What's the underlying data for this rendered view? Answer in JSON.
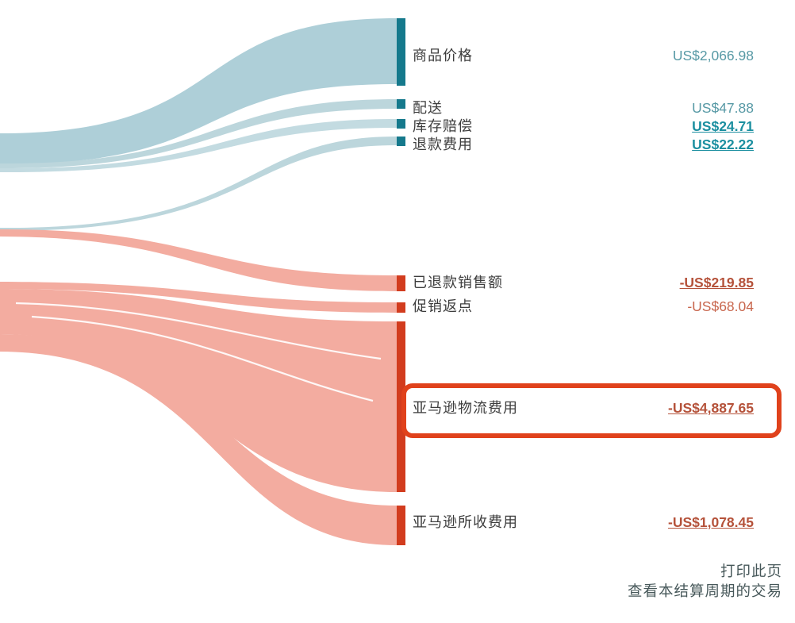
{
  "colors": {
    "income_node": "#15798c",
    "income_flow": "#aecfd8",
    "income_flow_light": "#c3dbe1",
    "expense_node": "#d23c1e",
    "expense_flow": "#f3aca0",
    "income_value_text": "#1b8fa0",
    "income_value_muted_text": "#5799a5",
    "expense_value_text": "#b5523a",
    "expense_value_muted_text": "#c8664d",
    "label_text": "#3d3d3d",
    "footer_link_text": "#47585a",
    "highlight_border": "#e0421c",
    "background": "#ffffff"
  },
  "rows": [
    {
      "label": "商品价格",
      "value": "US$2,066.98",
      "amount": 2066.98,
      "group": "income",
      "underlined": false,
      "highlighted": false
    },
    {
      "label": "配送",
      "value": "US$47.88",
      "amount": 47.88,
      "group": "income",
      "underlined": false,
      "highlighted": false
    },
    {
      "label": "库存赔偿",
      "value": "US$24.71",
      "amount": 24.71,
      "group": "income",
      "underlined": true,
      "highlighted": false
    },
    {
      "label": "退款费用",
      "value": "US$22.22",
      "amount": 22.22,
      "group": "income",
      "underlined": true,
      "highlighted": false
    },
    {
      "label": "已退款销售额",
      "value": "-US$219.85",
      "amount": -219.85,
      "group": "expense",
      "underlined": true,
      "highlighted": false
    },
    {
      "label": "促销返点",
      "value": "-US$68.04",
      "amount": -68.04,
      "group": "expense",
      "underlined": false,
      "highlighted": false
    },
    {
      "label": "亚马逊物流费用",
      "value": "-US$4,887.65",
      "amount": -4887.65,
      "group": "expense",
      "underlined": true,
      "highlighted": true
    },
    {
      "label": "亚马逊所收费用",
      "value": "-US$1,078.45",
      "amount": -1078.45,
      "group": "expense",
      "underlined": true,
      "highlighted": false
    }
  ],
  "footer": {
    "print_label": "打印此页",
    "view_transactions_label": "查看本结算周期的交易"
  },
  "chart_data": {
    "type": "sankey",
    "title": "",
    "flow_direction": "left-to-right",
    "legend_position": "none",
    "grid": false,
    "currency": "USD",
    "groups": [
      {
        "name": "income",
        "node_color": "#15798c",
        "flow_color": "#aecfd8"
      },
      {
        "name": "expense",
        "node_color": "#d23c1e",
        "flow_color": "#f3aca0"
      }
    ],
    "nodes": [
      {
        "label": "商品价格",
        "display_value": "US$2,066.98",
        "value": 2066.98,
        "group": "income"
      },
      {
        "label": "配送",
        "display_value": "US$47.88",
        "value": 47.88,
        "group": "income"
      },
      {
        "label": "库存赔偿",
        "display_value": "US$24.71",
        "value": 24.71,
        "group": "income"
      },
      {
        "label": "退款费用",
        "display_value": "US$22.22",
        "value": 22.22,
        "group": "income"
      },
      {
        "label": "已退款销售额",
        "display_value": "-US$219.85",
        "value": -219.85,
        "group": "expense"
      },
      {
        "label": "促销返点",
        "display_value": "-US$68.04",
        "value": -68.04,
        "group": "expense"
      },
      {
        "label": "亚马逊物流费用",
        "display_value": "-US$4,887.65",
        "value": -4887.65,
        "group": "expense"
      },
      {
        "label": "亚马逊所收费用",
        "display_value": "-US$1,078.45",
        "value": -1078.45,
        "group": "expense"
      }
    ],
    "highlighted_node": "亚马逊物流费用"
  }
}
